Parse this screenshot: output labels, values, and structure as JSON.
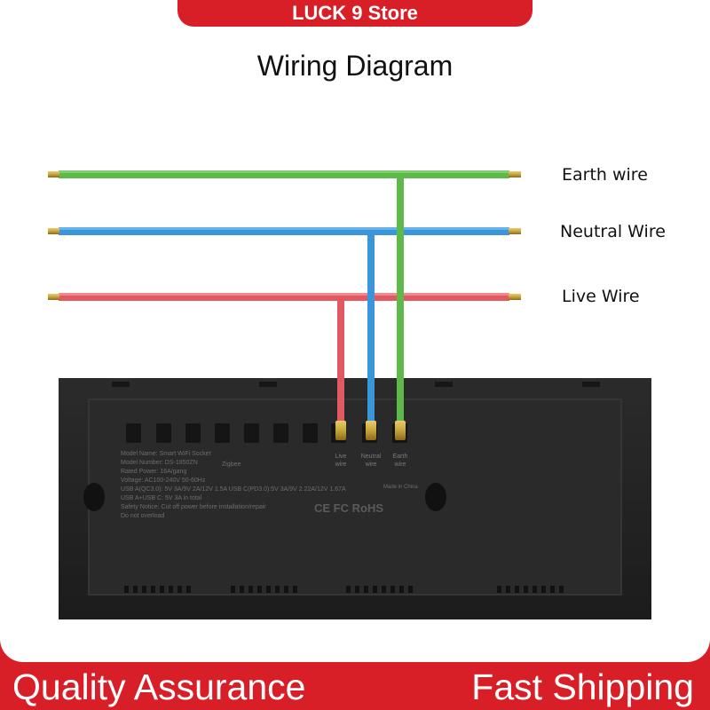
{
  "header": {
    "store_name": "LUCK 9 Store"
  },
  "diagram": {
    "title": "Wiring Diagram",
    "labels": {
      "earth": "Earth wire",
      "neutral": "Neutral Wire",
      "live": "Live Wire"
    },
    "terminal_labels": {
      "live": [
        "Live",
        "wire"
      ],
      "neutral": [
        "Neutral",
        "wire"
      ],
      "earth": [
        "Earth",
        "wire"
      ]
    },
    "product_label": {
      "lines": [
        "Model Name: Smart WiFi Socket",
        "Model Number: DS-1850ZN",
        "Rated Power: 16A/gang",
        "Voltage: AC100-240V 50-60Hz",
        "USB A(QC3.0): 5V 3A/9V 2A/12V 1.5A USB C(PD3.0):5V 3A/9V 2.22A/12V 1.67A",
        "USB A+USB C: 5V 3A in total",
        "Safety Notice: Cut off power before installation/repair",
        "Do not overload"
      ],
      "zigbee": "Zigbee",
      "made_in": "Made in China",
      "certifications": "CE FC RoHS"
    }
  },
  "footer": {
    "left": "Quality Assurance",
    "right": "Fast Shipping"
  },
  "colors": {
    "brand_red": "#d81e26",
    "earth_wire": "#5cb94a",
    "neutral_wire": "#3b95d9",
    "live_wire": "#e15a62",
    "copper_tip": "#c9a43a",
    "socket_body": "#262626"
  }
}
